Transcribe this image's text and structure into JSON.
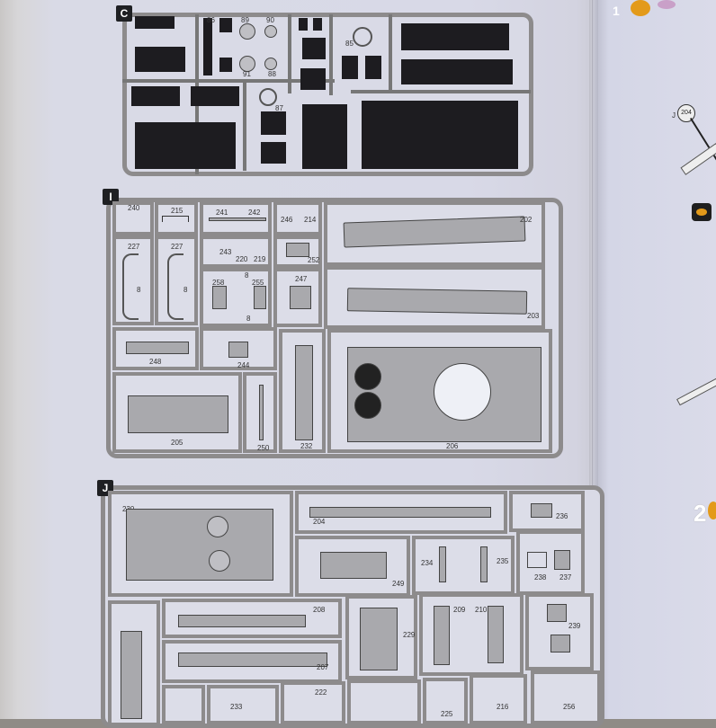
{
  "sprues": {
    "c": {
      "letter": "C",
      "labels": {
        "p86": "86",
        "p89": "89",
        "p90": "90",
        "p91": "91",
        "p88": "88",
        "p85": "85",
        "p87": "87"
      }
    },
    "i": {
      "letter": "I",
      "labels": {
        "p240": "240",
        "p215": "215",
        "p241": "241",
        "p242": "242",
        "p246": "246",
        "p214": "214",
        "p202": "202",
        "p227a": "227",
        "p227b": "227",
        "p243": "243",
        "p220": "220",
        "p219": "219",
        "p252": "252",
        "p258": "258",
        "p255": "255",
        "p8a": "8",
        "p8b": "8",
        "p8c": "8",
        "p8d": "8",
        "p247": "247",
        "p203": "203",
        "p248": "248",
        "p244": "244",
        "p205": "205",
        "p250": "250",
        "p232": "232",
        "p206": "206"
      }
    },
    "j": {
      "letter": "J",
      "labels": {
        "p230": "230",
        "p204": "204",
        "p236": "236",
        "p249": "249",
        "p234": "234",
        "p235": "235",
        "p238": "238",
        "p237": "237",
        "p208": "208",
        "p229": "229",
        "p209": "209",
        "p210": "210",
        "p239": "239",
        "p207": "207",
        "p233": "233",
        "p222": "222",
        "p225": "225",
        "p216": "216",
        "p256": "256"
      }
    }
  },
  "right_page": {
    "step_1": "1",
    "step_2": "2",
    "callout": "204",
    "letter_j": "J"
  }
}
